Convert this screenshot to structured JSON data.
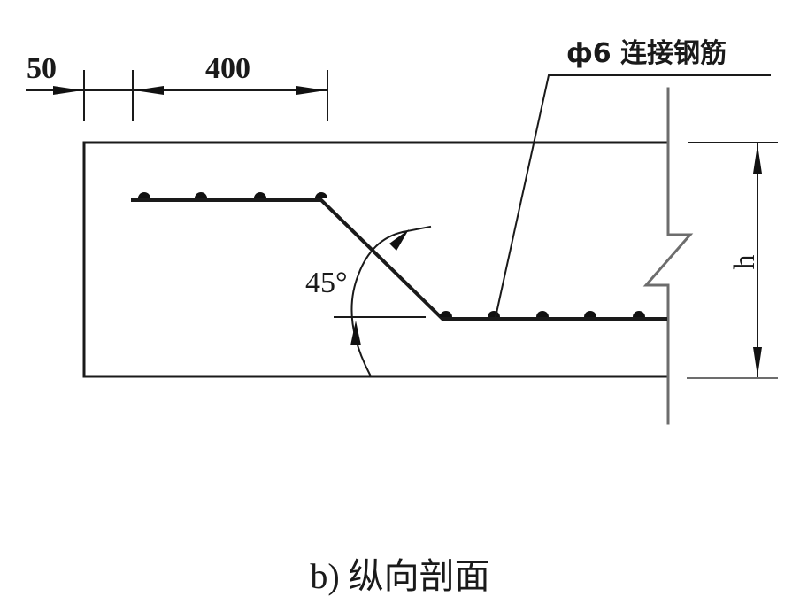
{
  "diagram": {
    "dimensions": {
      "cover": "50",
      "span": "400",
      "height": "h"
    },
    "angle_label": "45°",
    "rebar_label": "ф6 连接钢筋",
    "top_rebar_dot_count": 4,
    "bottom_rebar_dot_count": 5
  },
  "caption": "b)  纵向剖面",
  "colors": {
    "stroke": "#1a1a1a",
    "background": "#ffffff"
  }
}
